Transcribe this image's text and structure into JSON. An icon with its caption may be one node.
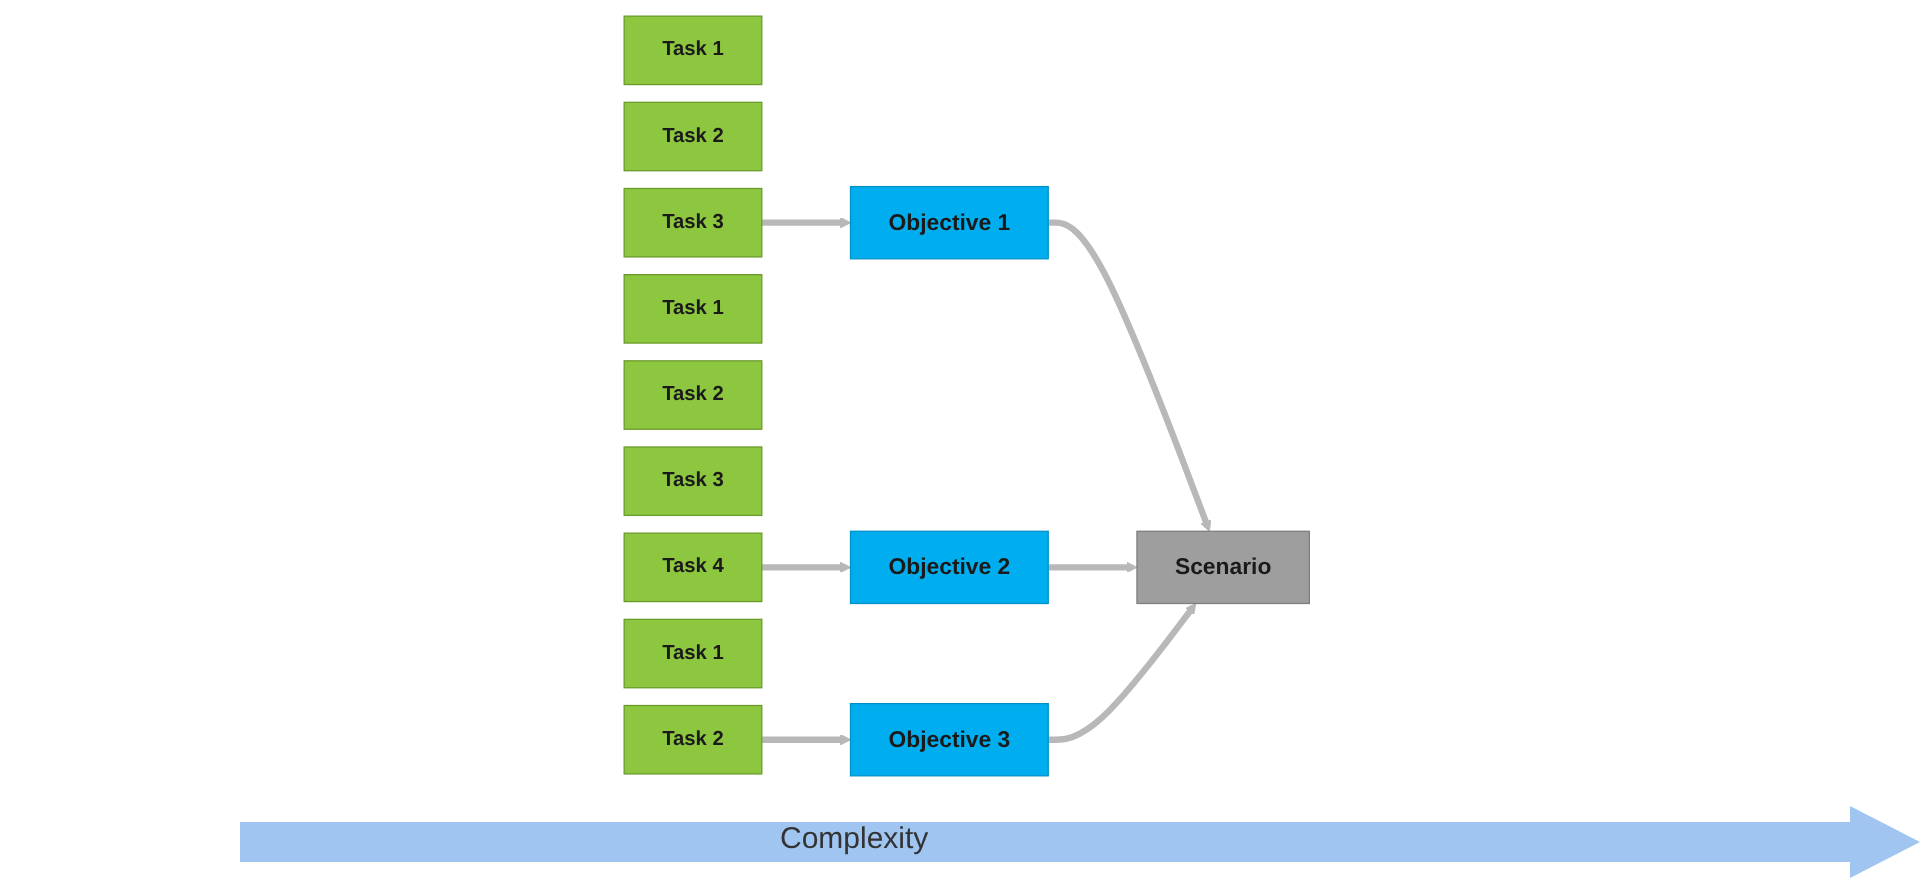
{
  "diagram": {
    "nodes": [
      {
        "text": [
          "Task 1"
        ]
      },
      {
        "text": [
          "Task 2"
        ]
      },
      {
        "text": [
          "Task 3"
        ]
      },
      {
        "text": [
          "Task 1"
        ]
      },
      {
        "text": [
          "Task 2"
        ]
      },
      {
        "text": [
          "Task 3"
        ]
      },
      {
        "text": [
          "Task 4"
        ]
      },
      {
        "text": [
          "Task 1"
        ]
      },
      {
        "text": [
          "Task 2"
        ]
      },
      {
        "text": [
          "Objective 1"
        ]
      },
      {
        "text": [
          "Objective 2"
        ]
      },
      {
        "text": [
          "Objective 3"
        ]
      },
      {
        "text": [
          "Scenario"
        ]
      }
    ],
    "edges": [
      {
        "from": 2,
        "to": 9,
        "arrow": "to"
      },
      {
        "from": 6,
        "to": 10,
        "arrow": "to"
      },
      {
        "from": 8,
        "to": 11,
        "arrow": "to"
      },
      {
        "from": 9,
        "to": 12,
        "arrow": "to"
      },
      {
        "from": 10,
        "to": 12,
        "arrow": "to"
      },
      {
        "from": 11,
        "to": 12,
        "arrow": "to"
      }
    ],
    "labels": [
      "Complexity"
    ]
  }
}
